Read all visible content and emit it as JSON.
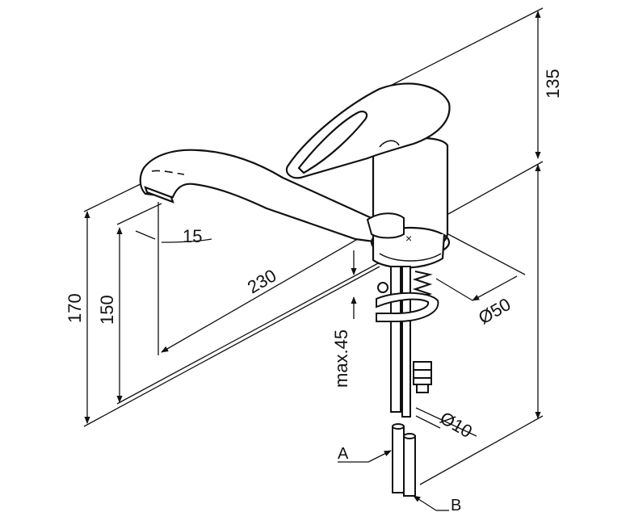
{
  "dimensions": {
    "height_above_body": "135",
    "total_height": "170",
    "spout_height": "150",
    "spout_reach": "230",
    "spout_angle": "15",
    "max_counter_thickness": "max.45",
    "base_diameter": "Ø50",
    "hose_diameter": "Ø10"
  },
  "callouts": {
    "a": "A",
    "b": "B"
  },
  "colors": {
    "line": "#111111",
    "background": "#ffffff"
  }
}
